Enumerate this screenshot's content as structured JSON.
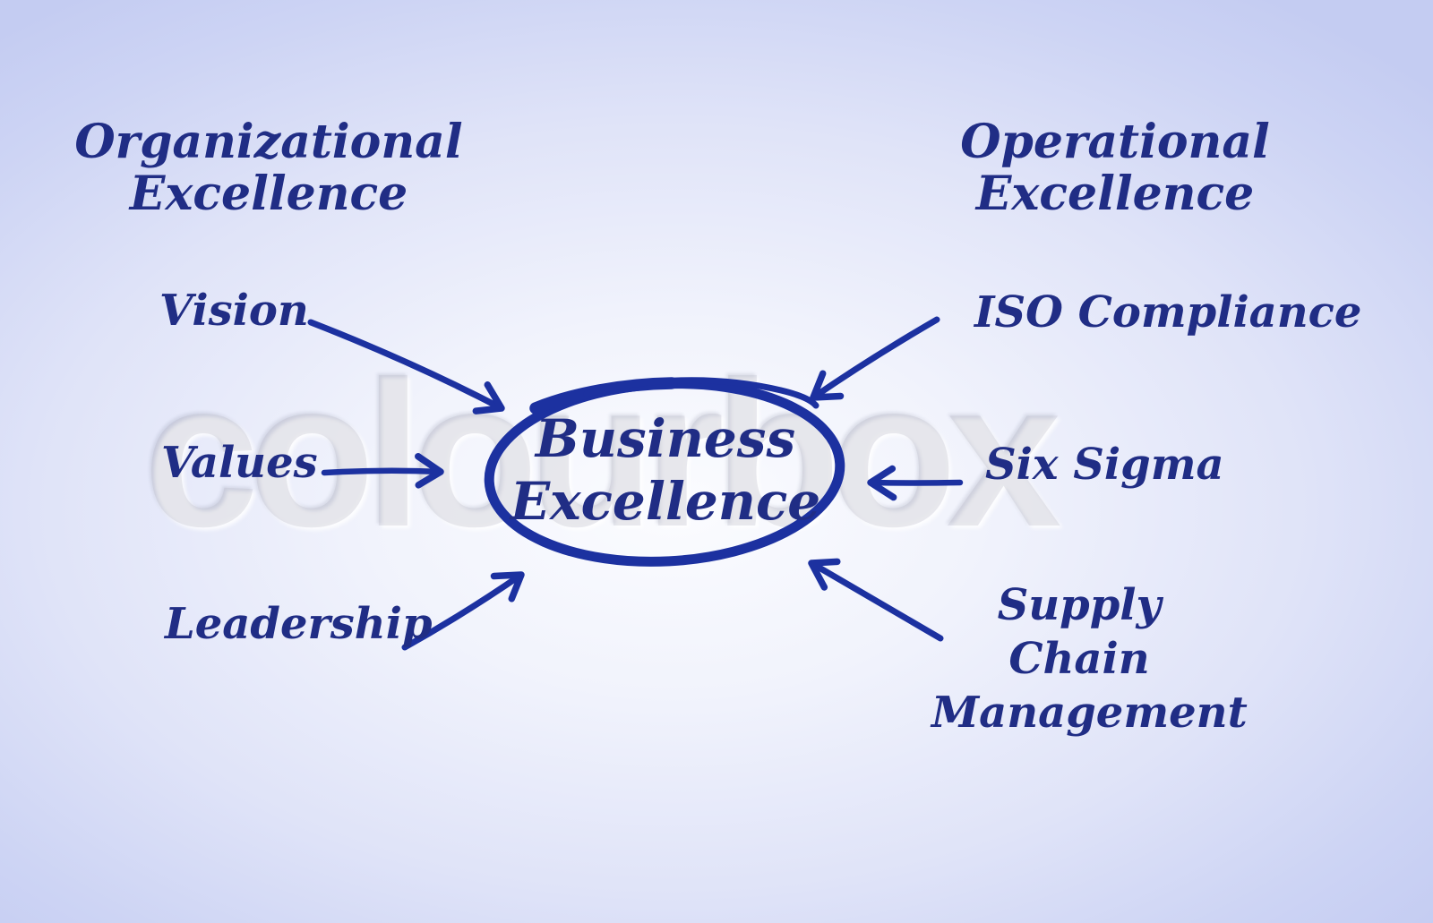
{
  "watermark": {
    "text": "colourbox"
  },
  "colors": {
    "ink_blue": "#1c31a0",
    "text_blue": "#202d85",
    "background_center": "#fbfcff",
    "background_edge": "#c4ccf2"
  },
  "center_node": {
    "line1": "Business",
    "line2": "Excellence"
  },
  "left_section": {
    "heading": {
      "line1": "Organizational",
      "line2": "Excellence"
    },
    "items": [
      {
        "label": "Vision"
      },
      {
        "label": "Values"
      },
      {
        "label": "Leadership"
      }
    ]
  },
  "right_section": {
    "heading": {
      "line1": "Operational",
      "line2": "Excellence"
    },
    "items": [
      {
        "label": "ISO Compliance"
      },
      {
        "label": "Six Sigma"
      },
      {
        "label": "Supply Chain Management"
      }
    ]
  }
}
